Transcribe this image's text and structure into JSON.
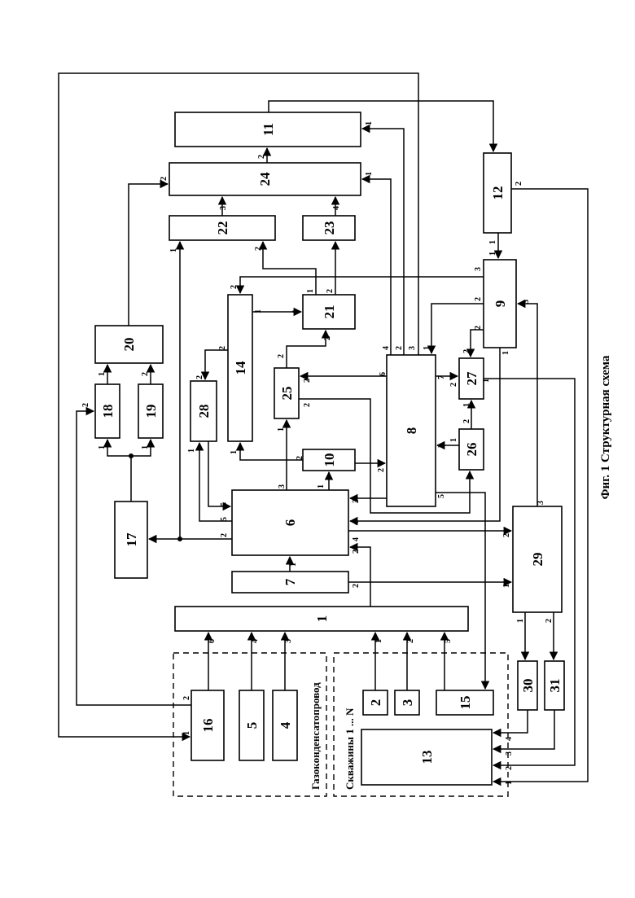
{
  "caption": "Фиг. 1 Структурная схема",
  "groups": {
    "pipeline": "Газоконденсатопровод",
    "wells": "Скважины 1 ... N"
  },
  "blocks": {
    "b1": "1",
    "b2": "2",
    "b3": "3",
    "b4": "4",
    "b5": "5",
    "b6": "6",
    "b7": "7",
    "b8": "8",
    "b9": "9",
    "b10": "10",
    "b11": "11",
    "b12": "12",
    "b13": "13",
    "b14": "14",
    "b15": "15",
    "b16": "16",
    "b17": "17",
    "b18": "18",
    "b19": "19",
    "b20": "20",
    "b21": "21",
    "b22": "22",
    "b23": "23",
    "b24": "24",
    "b25": "25",
    "b26": "26",
    "b27": "27",
    "b28": "28",
    "b29": "29",
    "b30": "30",
    "b31": "31"
  }
}
